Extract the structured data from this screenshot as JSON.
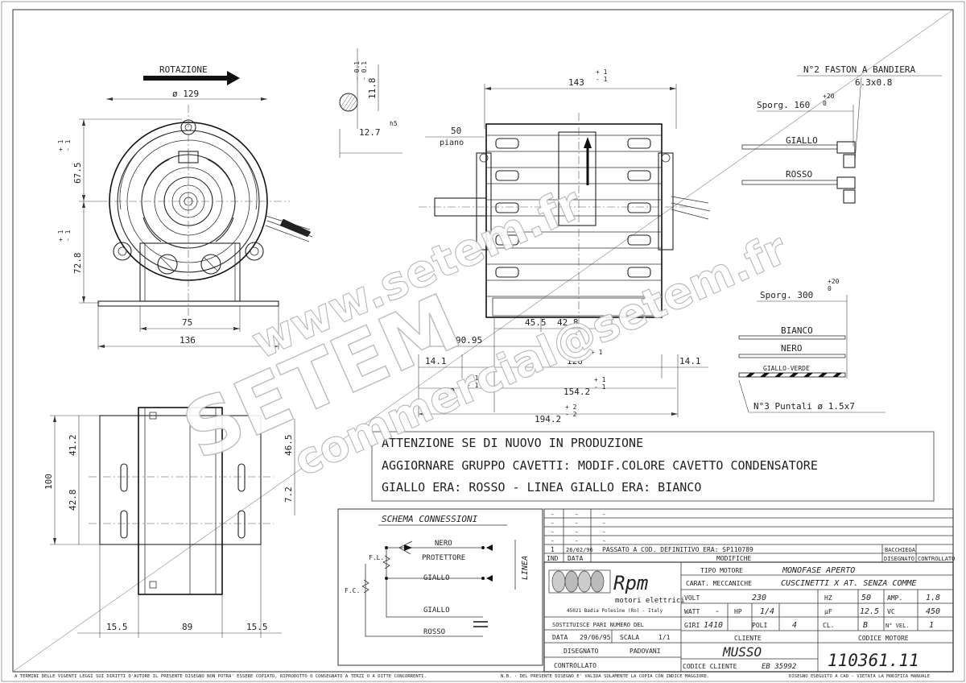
{
  "front_view": {
    "rotation_label": "ROTAZIONE",
    "dim_diameter": "ø 129",
    "dim_upper_height": "67.5",
    "dim_upper_tol": "+ 1\n- 1",
    "dim_lower_height": "72.8",
    "dim_lower_tol": "+ 1\n- 1",
    "dim_base_inner": "75",
    "dim_base_outer": "136"
  },
  "shaft_detail": {
    "tol": "- 0.1\n- 0.1",
    "dim_flat": "11.8",
    "dim_diam": "12.7",
    "fit": "h5"
  },
  "side_view": {
    "dim_top": "143",
    "dim_top_tol": "+ 1\n- 1",
    "dim_shaft": "50",
    "shaft_note": "piano",
    "dim_455": "45.5",
    "dim_428": "42.8",
    "dim_9095": "90.95",
    "dim_141_left": "14.1",
    "dim_126": "126",
    "dim_126_tol": "+ 1",
    "dim_141_right": "14.1",
    "dim_40": "40",
    "dim_40_tol": "+ 1\n- 1",
    "dim_1542": "154.2",
    "dim_1542_tol": "+ 1\n- 1",
    "dim_1942": "194.2",
    "dim_1942_tol": "+ 2\n- 2"
  },
  "base_view": {
    "dim_100": "100",
    "dim_412": "41.2",
    "dim_428": "42.8",
    "dim_465": "46.5",
    "dim_72": "7.2",
    "dim_155_left": "15.5",
    "dim_89": "89",
    "dim_155_right": "15.5"
  },
  "wires": {
    "faston_title": "N°2 FASTON A BANDIERA",
    "faston_size": "6.3x0.8",
    "sporg_160": "Sporg. 160",
    "sporg_160_tol": "+20\n0",
    "giallo": "GIALLO",
    "rosso": "ROSSO",
    "sporg_300": "Sporg. 300",
    "sporg_300_tol": "+20\n0",
    "bianco": "BIANCO",
    "nero": "NERO",
    "giallo_verde": "GIALLO-VERDE",
    "puntali": "N°3 Puntali ø 1.5x7"
  },
  "notice": {
    "line1": "ATTENZIONE SE DI NUOVO IN PRODUZIONE",
    "line2": "AGGIORNARE GRUPPO CAVETTI: MODIF.COLORE CAVETTO CONDENSATORE",
    "line3": "GIALLO ERA: ROSSO - LINEA GIALLO ERA: BIANCO"
  },
  "schema": {
    "title": "SCHEMA CONNESSIONI",
    "nero": "NERO",
    "protettore": "PROTETTORE",
    "fl": "F.L.",
    "fc": "F.C.",
    "giallo1": "GIALLO",
    "giallo2": "GIALLO",
    "rosso": "ROSSO",
    "linea": "LINEA"
  },
  "revisions": {
    "rows": [
      {
        "ind": "-",
        "data": "-",
        "desc": "-"
      },
      {
        "ind": "-",
        "data": "-",
        "desc": "-"
      },
      {
        "ind": "-",
        "data": "-",
        "desc": "-"
      },
      {
        "ind": "-",
        "data": "-",
        "desc": "-"
      }
    ],
    "rev1": {
      "ind": "1",
      "data": "26/02/96",
      "desc": "PASSATO A COD. DEFINITIVO ERA: SP110789",
      "by": "BACCHIEGA"
    },
    "headers": {
      "ind": "IND",
      "data": "DATA",
      "modifiche": "MODIFICHE",
      "disegnato": "DISEGNATO",
      "controllato": "CONTROLLATO"
    }
  },
  "company": {
    "logo_text": "Rpm",
    "subtitle": "motori elettrici",
    "address": "45021 Badia Polesine (Ro) - Italy",
    "sostituisce": "SOSTITUISCE PARI NUMERO DEL",
    "data_label": "DATA",
    "data_value": "29/06/95",
    "scala_label": "SCALA",
    "scala_value": "1/1",
    "disegnato_label": "DISEGNATO",
    "disegnato_value": "PADOVANI",
    "controllato_label": "CONTROLLATO"
  },
  "specs": {
    "tipo_label": "TIPO MOTORE",
    "tipo_value": "MONOFASE APERTO",
    "carat_label": "CARAT. MECCANICHE",
    "carat_value": "CUSCINETTI X AT. SENZA COMME",
    "volt_label": "VOLT",
    "volt_value": "230",
    "hz_label": "HZ",
    "hz_value": "50",
    "amp_label": "AMP.",
    "amp_value": "1.8",
    "watt_label": "WATT",
    "watt_value": "-",
    "hp_label": "HP",
    "hp_value": "1/4",
    "uf_label": "µF",
    "uf_value": "12.5",
    "vc_label": "VC",
    "vc_value": "450",
    "giri_label": "GIRI",
    "giri_value": "1410",
    "poli_label": "POLI",
    "poli_value": "4",
    "cl_label": "CL.",
    "cl_value": "B",
    "vel_label": "N° VEL.",
    "vel_value": "1",
    "cliente_label": "CLIENTE",
    "cliente_value": "MUSSO",
    "codice_cliente_label": "CODICE CLIENTE",
    "codice_cliente_value": "EB 35992",
    "codice_motore_label": "CODICE MOTORE",
    "codice_motore_value": "110361.11"
  },
  "footer": {
    "copyright": "A TERMINI DELLE VIGENTI LEGGI SUI DIRITTI D'AUTORE IL PRESENTE DISEGNO NON POTRA' ESSERE COPIATO, RIPRODOTTO O CONSEGNATO A TERZI O A DITTE CONCORRENTI.",
    "note": "N.B. - DEL PRESENTE DISEGNO E' VALIDA SOLAMENTE LA COPIA CON INDICE MAGGIORE.",
    "cad": "DISEGNO ESEGUITO A CAD - VIETATA LA MODIFICA MANUALE"
  },
  "watermark": {
    "url": "www.setem.fr",
    "brand": "SETEM",
    "email": "commercial@setem.fr"
  }
}
